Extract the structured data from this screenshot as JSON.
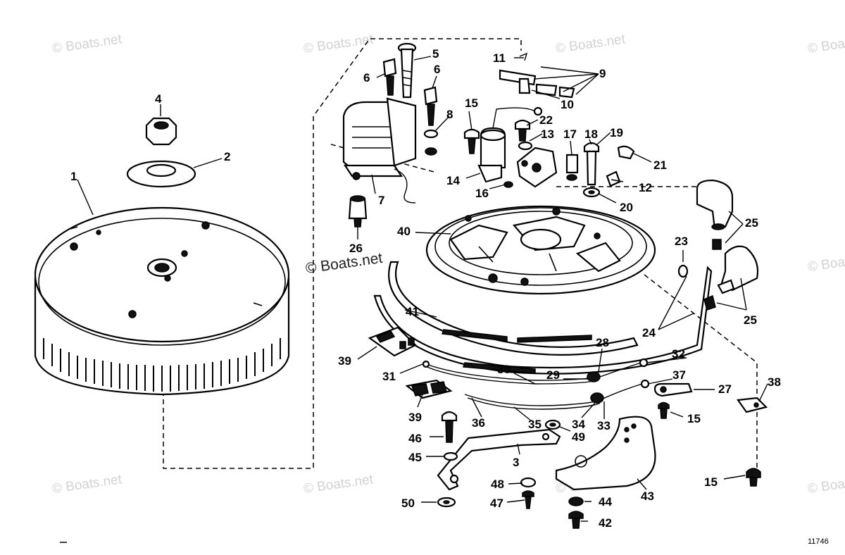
{
  "watermarks": {
    "text": "© Boats.net",
    "center_text": "© Boats.net"
  },
  "figure_number": "11746",
  "part_labels": {
    "p1": "1",
    "p2": "2",
    "p3": "3",
    "p4": "4",
    "p5": "5",
    "p6a": "6",
    "p6b": "6",
    "p7": "7",
    "p8": "8",
    "p9": "9",
    "p10": "10",
    "p11": "11",
    "p12": "12",
    "p13": "13",
    "p14": "14",
    "p15a": "15",
    "p15b": "15",
    "p15c": "15",
    "p16": "16",
    "p17": "17",
    "p18": "18",
    "p19": "19",
    "p20": "20",
    "p21": "21",
    "p22": "22",
    "p23": "23",
    "p24": "24",
    "p25a": "25",
    "p25b": "25",
    "p26": "26",
    "p27": "27",
    "p28": "28",
    "p29": "29",
    "p30": "30",
    "p31": "31",
    "p32": "32",
    "p33": "33",
    "p34": "34",
    "p35": "35",
    "p36": "36",
    "p37": "37",
    "p38": "38",
    "p39a": "39",
    "p39b": "39",
    "p40": "40",
    "p41": "41",
    "p42": "42",
    "p43": "43",
    "p44": "44",
    "p45": "45",
    "p46": "46",
    "p47": "47",
    "p48": "48",
    "p49": "49",
    "p50": "50"
  },
  "colors": {
    "ink": "#000000",
    "paper": "#ffffff",
    "watermark": "#d2d2d2"
  }
}
